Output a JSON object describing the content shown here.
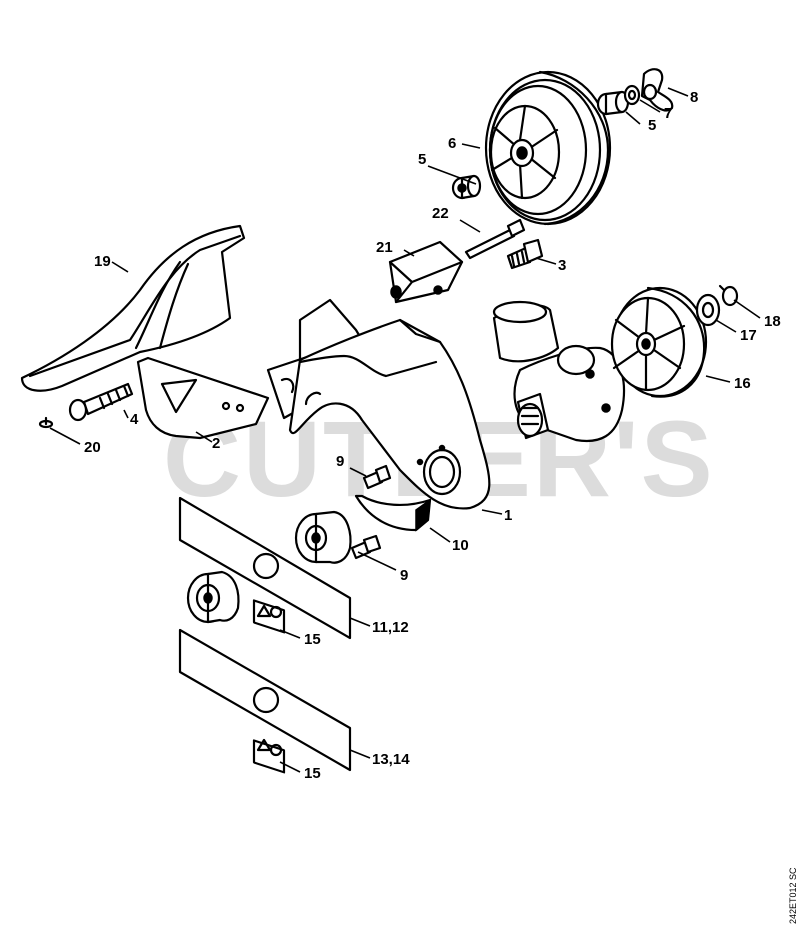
{
  "watermark": "CUTLER'S",
  "drawing_code": "242ET012 SC",
  "callouts": [
    {
      "id": "c1",
      "label": "1"
    },
    {
      "id": "c2",
      "label": "2"
    },
    {
      "id": "c3",
      "label": "3"
    },
    {
      "id": "c4",
      "label": "4"
    },
    {
      "id": "c5a",
      "label": "5"
    },
    {
      "id": "c5b",
      "label": "5"
    },
    {
      "id": "c6",
      "label": "6"
    },
    {
      "id": "c7",
      "label": "7"
    },
    {
      "id": "c8",
      "label": "8"
    },
    {
      "id": "c9a",
      "label": "9"
    },
    {
      "id": "c9b",
      "label": "9"
    },
    {
      "id": "c10",
      "label": "10"
    },
    {
      "id": "c11",
      "label": "11,12"
    },
    {
      "id": "c13",
      "label": "13,14"
    },
    {
      "id": "c15a",
      "label": "15"
    },
    {
      "id": "c15b",
      "label": "15"
    },
    {
      "id": "c16",
      "label": "16"
    },
    {
      "id": "c17",
      "label": "17"
    },
    {
      "id": "c18",
      "label": "18"
    },
    {
      "id": "c19",
      "label": "19"
    },
    {
      "id": "c20",
      "label": "20"
    },
    {
      "id": "c21",
      "label": "21"
    },
    {
      "id": "c22",
      "label": "22"
    }
  ]
}
